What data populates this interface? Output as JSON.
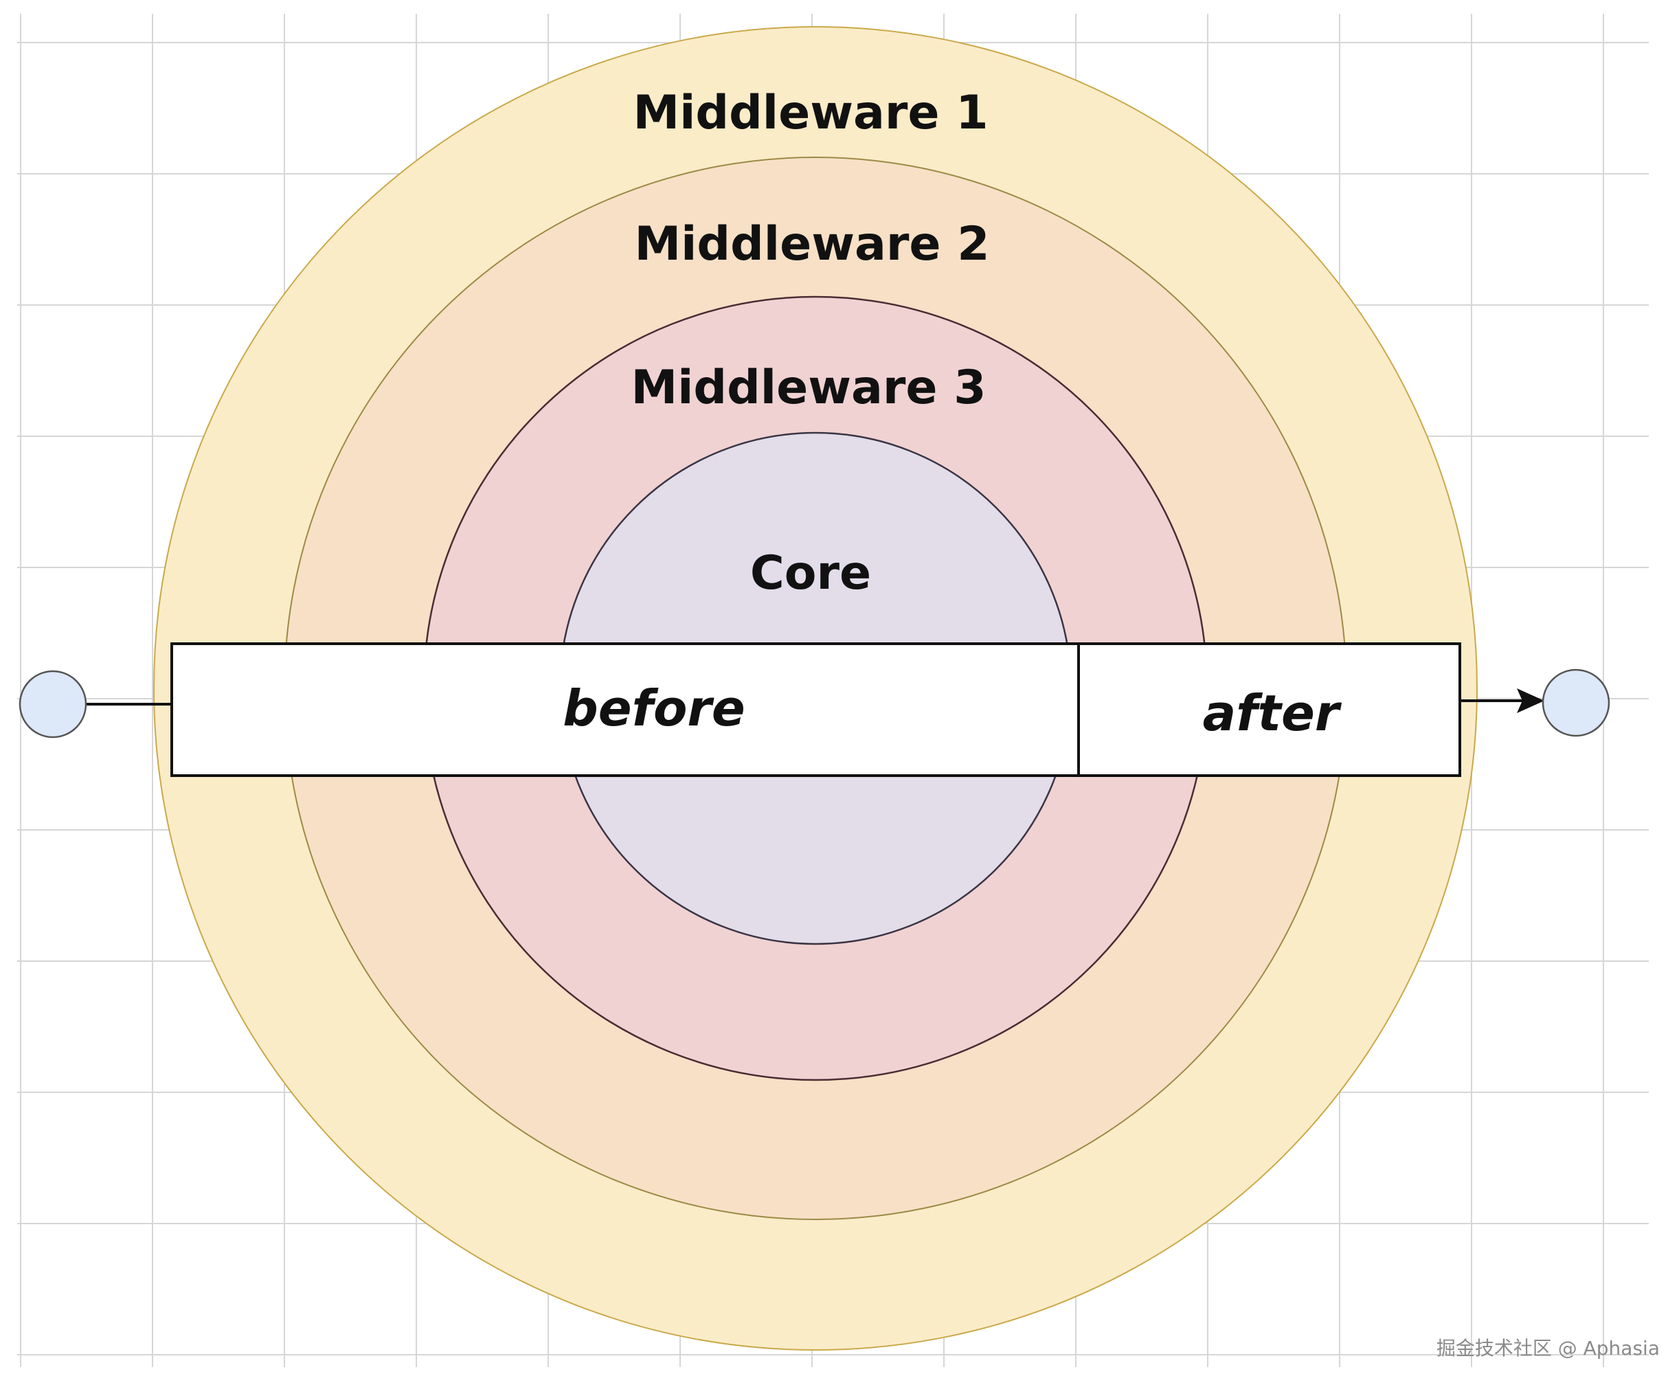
{
  "rings": [
    {
      "label": "Middleware 1",
      "fill": "#fbecc8",
      "stroke": "#c9a94a"
    },
    {
      "label": "Middleware 2",
      "fill": "#f7e0c6",
      "stroke": "#9c8a45"
    },
    {
      "label": "Middleware 3",
      "fill": "#f0d2d2",
      "stroke": "#4a2d33"
    }
  ],
  "core": {
    "label": "Core",
    "fill": "#e3dde9",
    "stroke": "#3b3544"
  },
  "flow": {
    "before_label": "before",
    "after_label": "after",
    "box_fill": "#ffffff",
    "box_stroke": "#111111"
  },
  "endpoints": {
    "fill": "#dde8f8",
    "stroke": "#555555"
  },
  "watermark": "掘金技术社区 @ Aphasia"
}
